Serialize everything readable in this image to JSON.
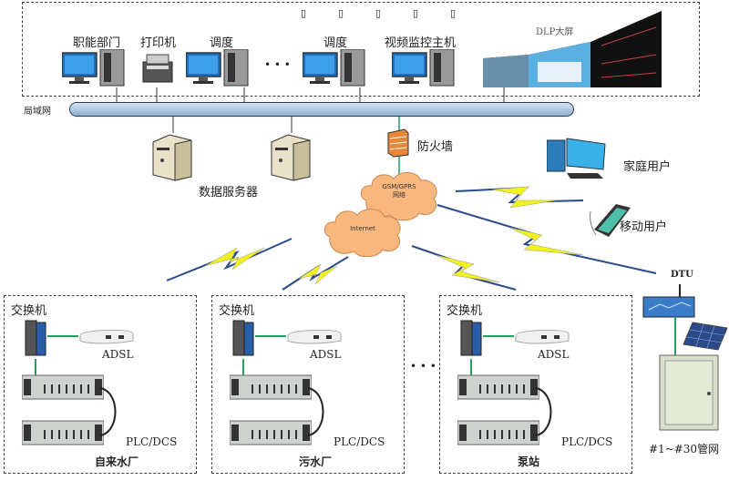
{
  "top_marks": [
    "▯",
    "▯",
    "▯",
    "▯",
    "▯"
  ],
  "control_center": {
    "lan_label": "局域网",
    "workstations": [
      {
        "label": "职能部门",
        "type": "pc"
      },
      {
        "label": "打印机",
        "type": "printer"
      },
      {
        "label": "调度",
        "type": "pc"
      },
      {
        "label": "调度",
        "type": "pc"
      },
      {
        "label": "视频监控主机",
        "type": "pc"
      }
    ],
    "ellipsis": "• • •",
    "dlp_label": "DLP大屏",
    "servers_label": "数据服务器",
    "firewall_label": "防火墙"
  },
  "clouds": {
    "gsm": {
      "line1": "GSM/GPRS",
      "line2": "网络"
    },
    "internet": "Internet"
  },
  "remote_users": {
    "home": "家庭用户",
    "mobile": "移动用户"
  },
  "sites": [
    {
      "switch_label": "交换机",
      "adsl_label": "ADSL",
      "plc_label": "PLC/DCS",
      "site_name": "自来水厂"
    },
    {
      "switch_label": "交换机",
      "adsl_label": "ADSL",
      "plc_label": "PLC/DCS",
      "site_name": "污水厂"
    },
    {
      "switch_label": "交换机",
      "adsl_label": "ADSL",
      "plc_label": "PLC/DCS",
      "site_name": "泵站"
    }
  ],
  "sites_ellipsis": "• • •",
  "pipe_network": {
    "dtu_label": "DTU",
    "label": "#1~#30管网"
  },
  "colors": {
    "lan_bar": "#a9c4e0",
    "cloud": "#f7b77e",
    "lightning": "#f2f21a",
    "link_green": "#22a060",
    "firewall": "#e8873a"
  }
}
